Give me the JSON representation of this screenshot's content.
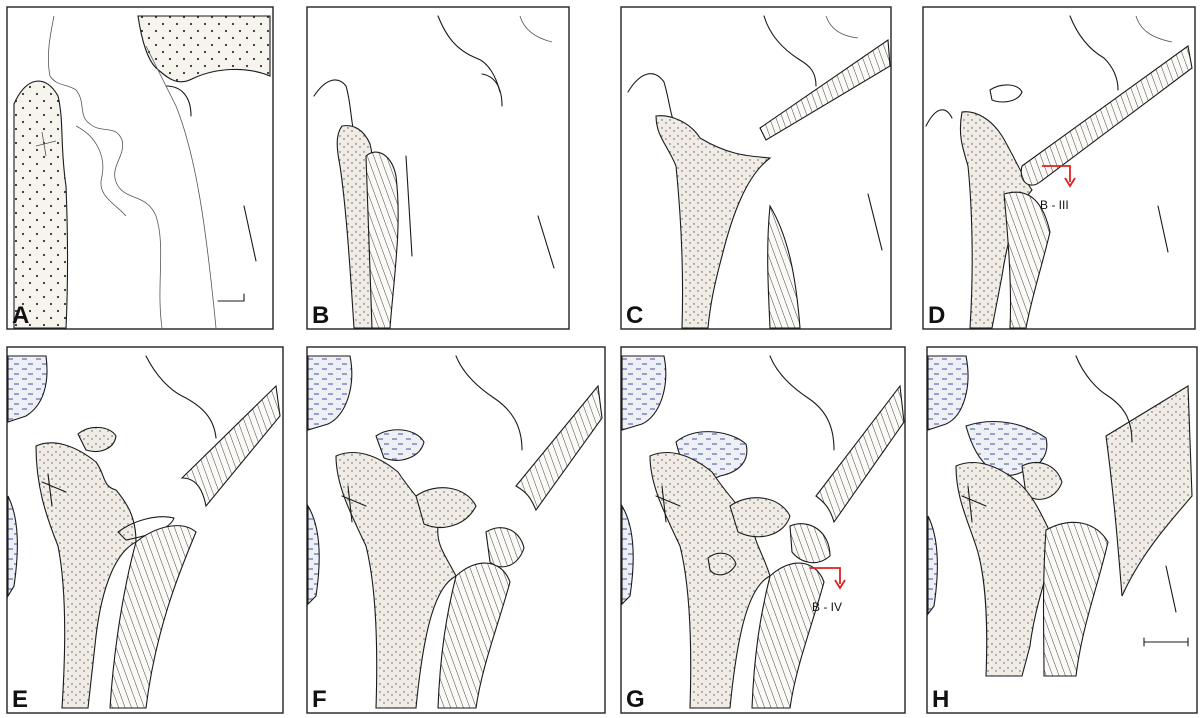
{
  "panels": [
    {
      "id": "A",
      "label": "A"
    },
    {
      "id": "B",
      "label": "B"
    },
    {
      "id": "C",
      "label": "C"
    },
    {
      "id": "D",
      "label": "D"
    },
    {
      "id": "E",
      "label": "E"
    },
    {
      "id": "F",
      "label": "F"
    },
    {
      "id": "G",
      "label": "G"
    },
    {
      "id": "H",
      "label": "H"
    }
  ],
  "callouts": {
    "d": "B - III",
    "g": "B - IV"
  },
  "colors": {
    "ink": "#1a1a1a",
    "callout_marker": "#e02020"
  }
}
